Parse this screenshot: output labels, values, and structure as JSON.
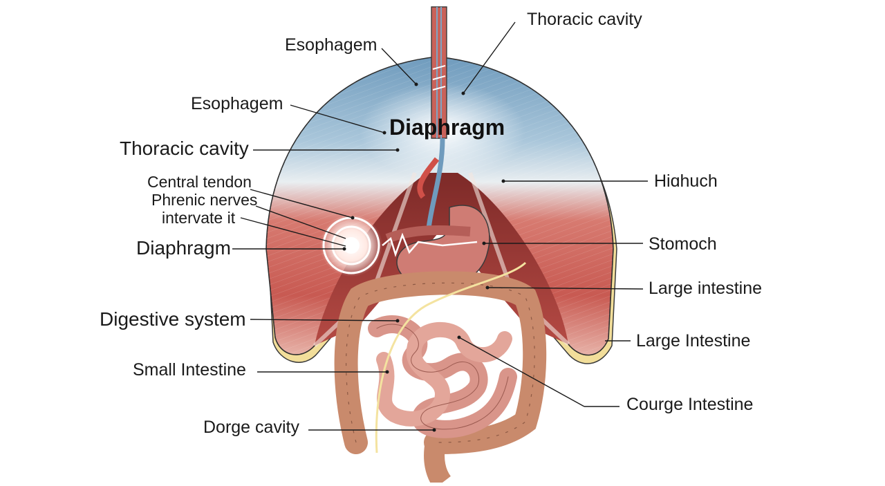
{
  "diagram": {
    "title": "Diaphragm",
    "labels": {
      "esophagem_top": "Esophagem",
      "esophagem_mid": "Esophagem",
      "thoracic_top": "Thoracic cavity",
      "thoracic_left": "Thoracic cavity",
      "central_tendon": "Central tendon",
      "phrenic_nerves": "Phrenic nerves",
      "intervate": "intervate it",
      "diaphragm_left": "Diaphragm",
      "digestive_system": "Digestive system",
      "small_intestine": "Small Intestine",
      "dorge_cavity": "Dorge cavity",
      "hiochuch": "Hiɑhuch",
      "stomoch": "Stomoch",
      "large_intestine_1": "Large intestine",
      "large_intestine_2": "Large Intestine",
      "courge_intestine": "Courge Intestine"
    },
    "colors": {
      "diaphragm_blue": "#7fa6c4",
      "diaphragm_red": "#c9625a",
      "intestine": "#d9958a",
      "colon": "#c98a6c",
      "stomach": "#cf7c74",
      "fat": "#f2de9a",
      "nerve": "#f4e3a0",
      "ink": "#1a1a1a"
    }
  }
}
